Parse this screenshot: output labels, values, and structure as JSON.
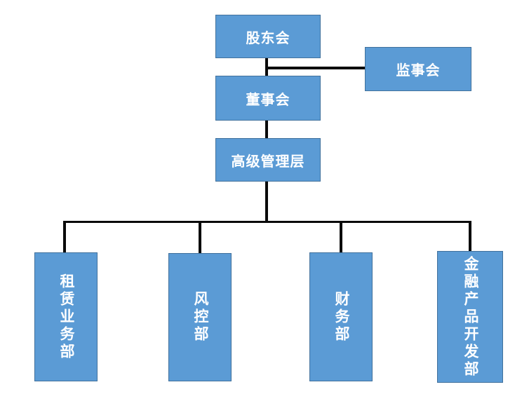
{
  "org_chart": {
    "type": "org-chart",
    "colors": {
      "node_fill": "#5B9BD5",
      "node_border": "#41719C",
      "node_text": "#FFFFFF",
      "connector": "#0A0A0A",
      "background": "#FFFFFF"
    },
    "nodes": [
      {
        "id": "shareholders-meeting",
        "label": "股东会",
        "text_orientation": "horizontal"
      },
      {
        "id": "supervisory-board",
        "label": "监事会",
        "text_orientation": "horizontal"
      },
      {
        "id": "board-of-directors",
        "label": "董事会",
        "text_orientation": "horizontal"
      },
      {
        "id": "senior-management",
        "label": "高级管理层",
        "text_orientation": "horizontal"
      },
      {
        "id": "leasing-business-dept",
        "label": "租赁业务部",
        "text_orientation": "vertical"
      },
      {
        "id": "risk-control-dept",
        "label": "风控部",
        "text_orientation": "vertical"
      },
      {
        "id": "finance-dept",
        "label": "财务部",
        "text_orientation": "vertical"
      },
      {
        "id": "financial-product-dev-dept",
        "label": "金融产品开发部",
        "text_orientation": "vertical"
      }
    ],
    "edges": [
      {
        "from": "股东会",
        "to": "董事会"
      },
      {
        "from": "股东会",
        "to": "监事会"
      },
      {
        "from": "董事会",
        "to": "高级管理层"
      },
      {
        "from": "高级管理层",
        "to": "租赁业务部"
      },
      {
        "from": "高级管理层",
        "to": "风控部"
      },
      {
        "from": "高级管理层",
        "to": "财务部"
      },
      {
        "from": "高级管理层",
        "to": "金融产品开发部"
      }
    ]
  }
}
